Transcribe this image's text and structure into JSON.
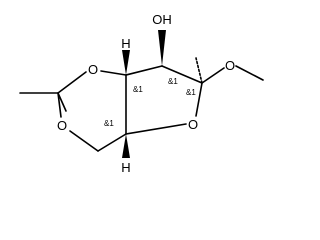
{
  "molecule": {
    "atoms": {
      "o_ring1": "O",
      "o_ring2": "O",
      "o_ring3": "O",
      "oh_label": "OH",
      "h_top": "H",
      "h_bottom": "H",
      "o_methoxy": "O"
    },
    "stereo_labels": {
      "c1": "&1",
      "c2": "&1",
      "c3": "&1",
      "c4": "&1"
    },
    "colors": {
      "bond": "#000000",
      "text": "#000000",
      "background": "#ffffff"
    }
  }
}
